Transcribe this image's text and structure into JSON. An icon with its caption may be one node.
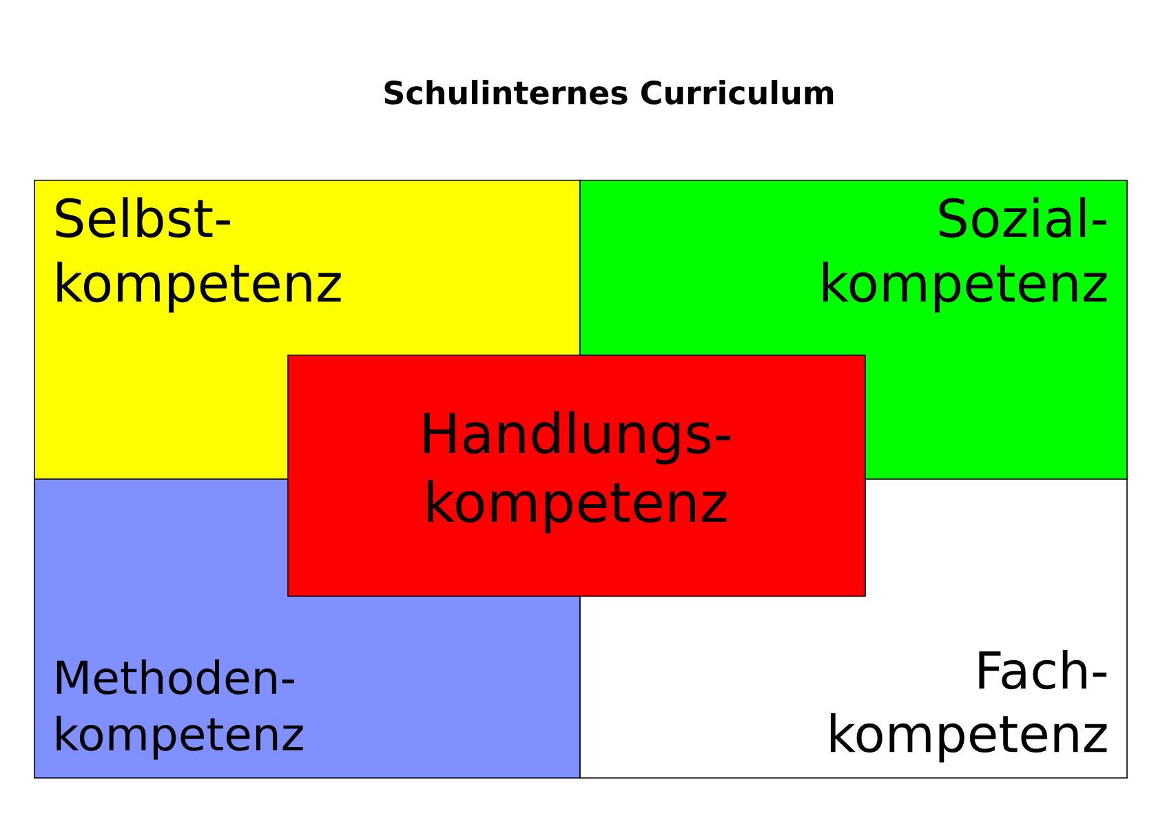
{
  "diagram": {
    "title": "Schulinternes Curriculum",
    "nodes": [
      {
        "text": [
          "Selbst- kompetenz"
        ]
      },
      {
        "text": [
          "Sozial- kompetenz"
        ]
      },
      {
        "text": [
          "Handlungs- kompetenz"
        ]
      },
      {
        "text": [
          "Methoden- kompetenz"
        ]
      },
      {
        "text": [
          "Fach- kompetenz"
        ]
      }
    ]
  }
}
